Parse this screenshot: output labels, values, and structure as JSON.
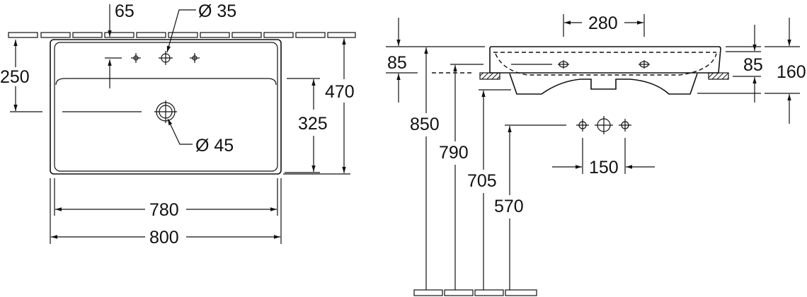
{
  "top_view": {
    "dim_65": "65",
    "dim_diam_35": "Ø 35",
    "dim_diam_45": "Ø 45",
    "dim_250": "250",
    "dim_470": "470",
    "dim_325": "325",
    "dim_780": "780",
    "dim_800": "800"
  },
  "side_view": {
    "dim_280": "280",
    "dim_85_left": "85",
    "dim_85_right": "85",
    "dim_160": "160",
    "dim_850": "850",
    "dim_790": "790",
    "dim_705": "705",
    "dim_570": "570",
    "dim_150": "150"
  }
}
